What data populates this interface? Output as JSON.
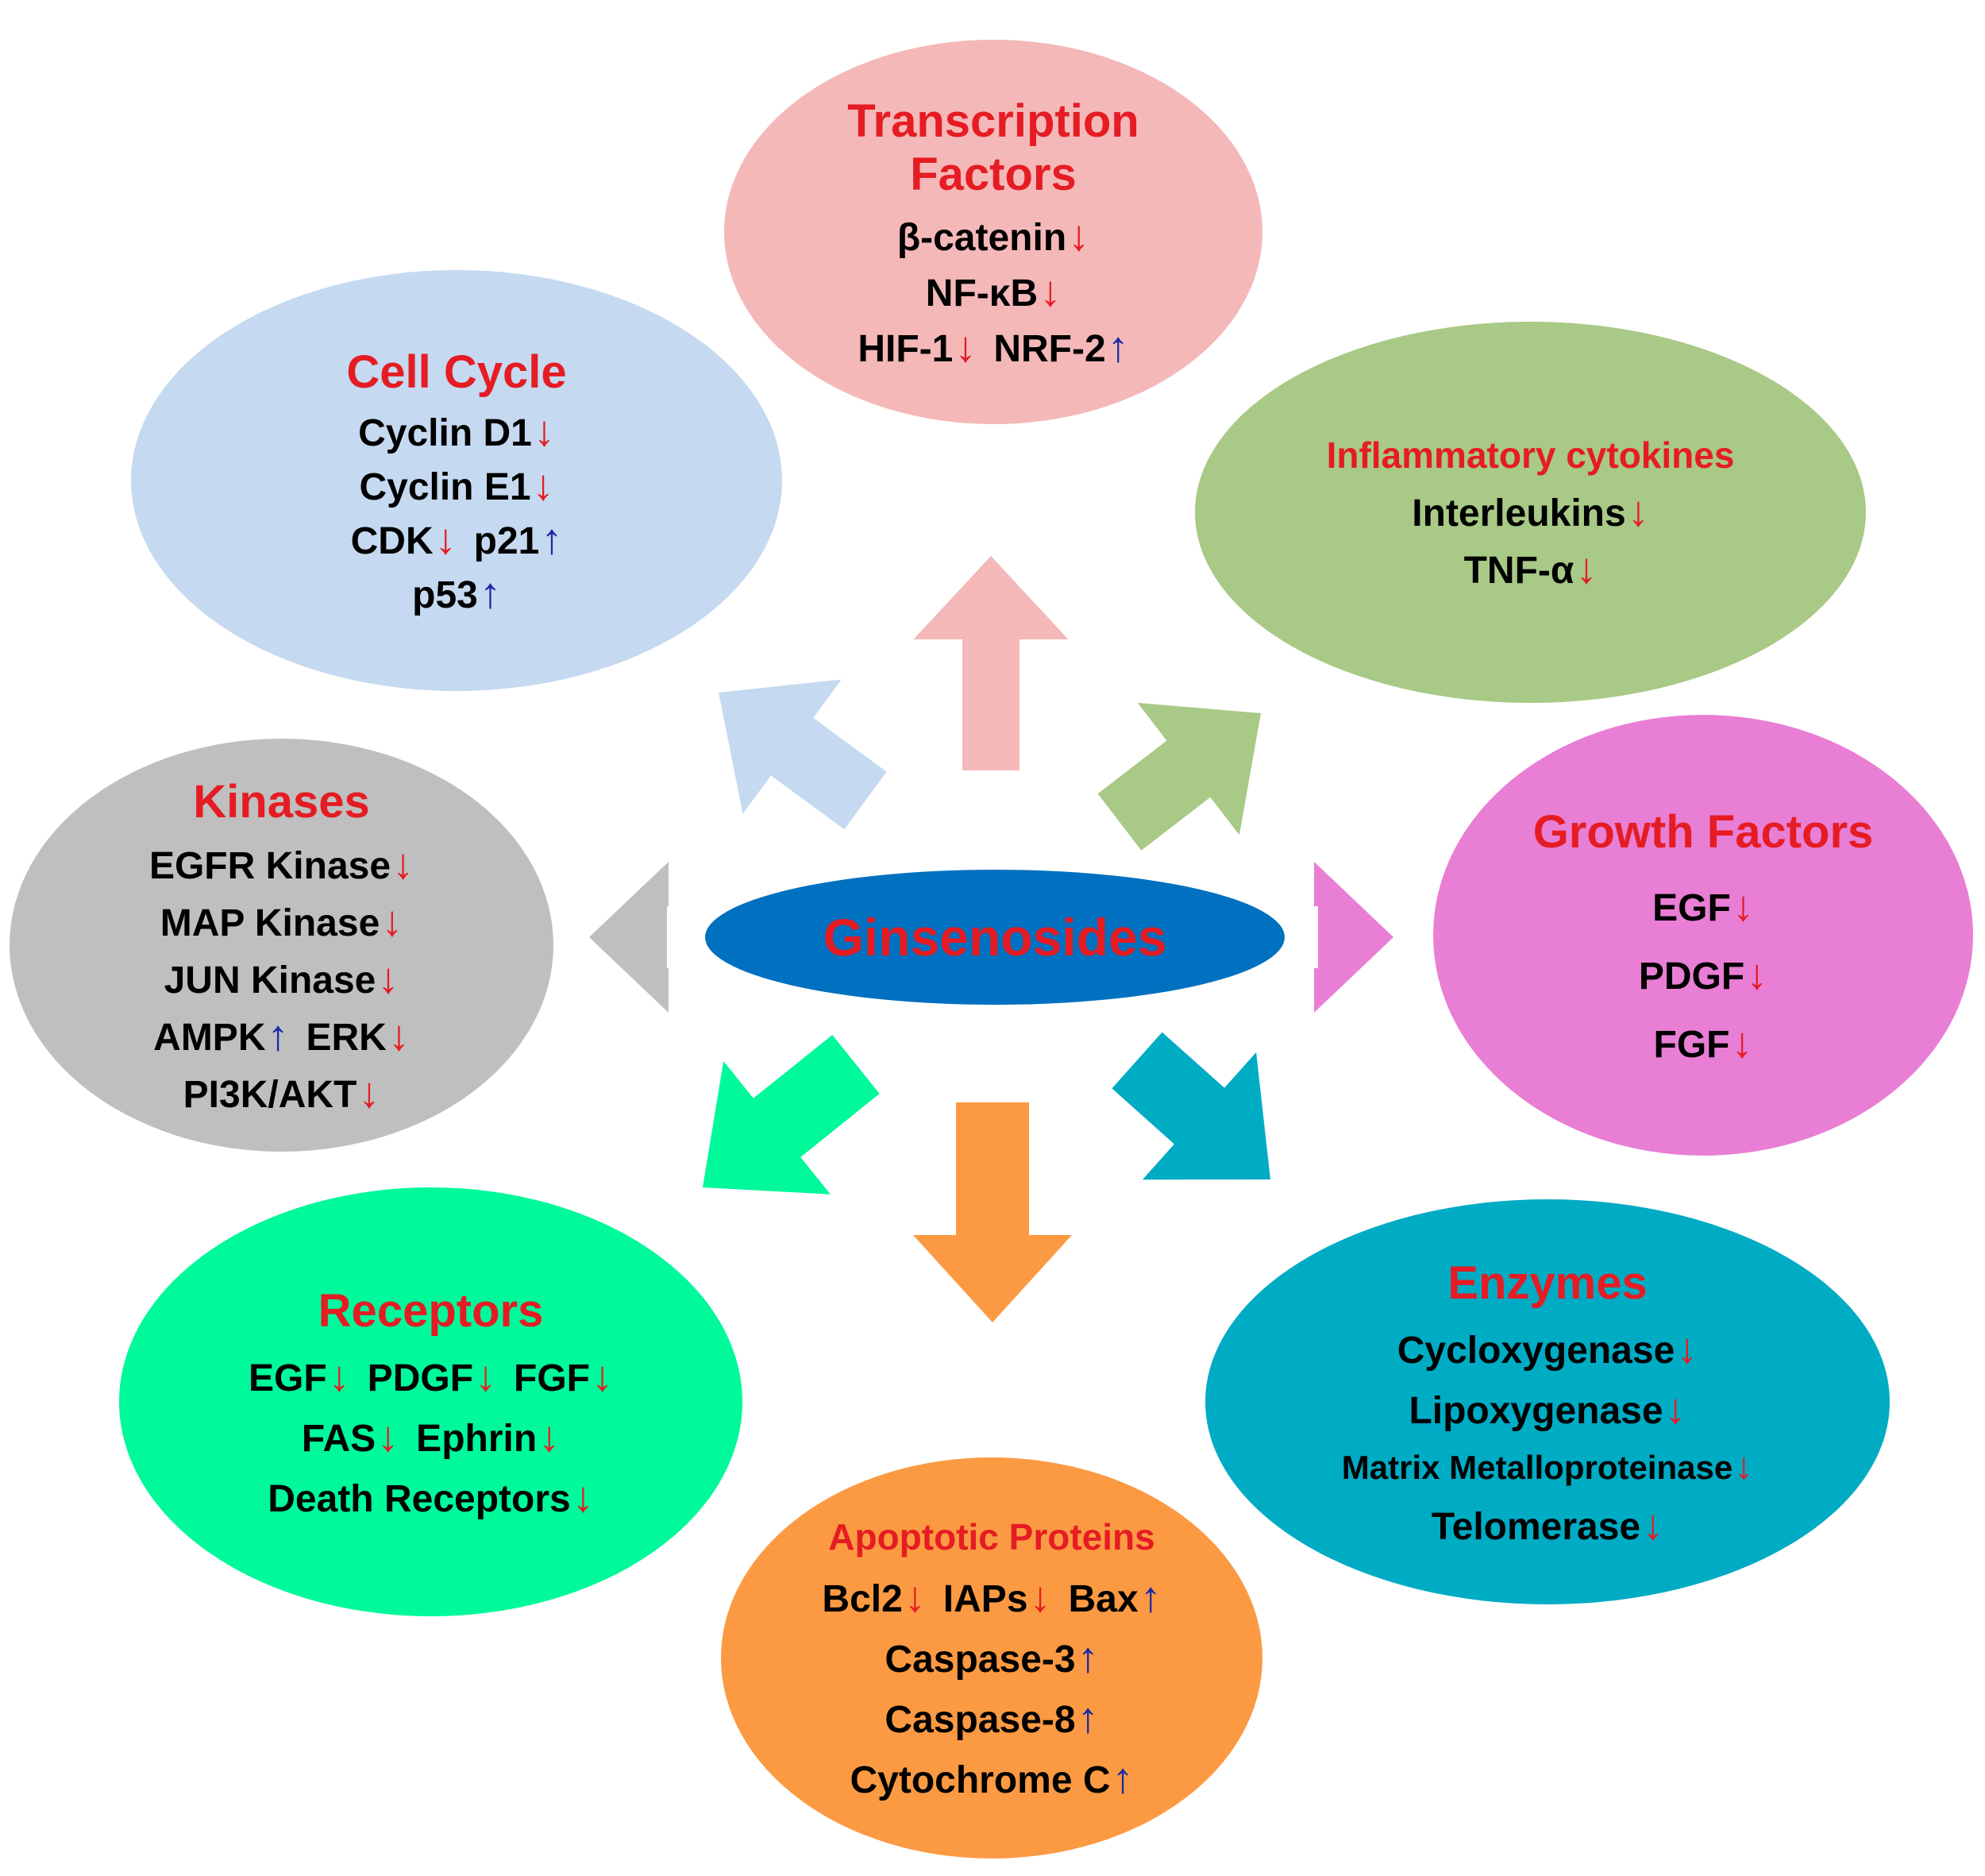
{
  "center": {
    "label": "Ginsenosides",
    "fill": "#0070c0"
  },
  "colors": {
    "title": "#e51c23",
    "item": "#000000",
    "down_arrow": "#e51c23",
    "up_arrow": "#1a2aa8"
  },
  "groups": {
    "transcription": {
      "title": "Transcription\nFactors",
      "color": "#f4b8b8",
      "rows": [
        [
          {
            "label": "β-catenin",
            "dir": "down"
          }
        ],
        [
          {
            "label": "NF-κB",
            "dir": "down"
          }
        ],
        [
          {
            "label": "HIF-1",
            "dir": "down"
          },
          {
            "label": "NRF-2",
            "dir": "up"
          }
        ]
      ]
    },
    "cellcycle": {
      "title": "Cell Cycle",
      "color": "#c5d9f0",
      "rows": [
        [
          {
            "label": "Cyclin D1",
            "dir": "down"
          }
        ],
        [
          {
            "label": "Cyclin E1",
            "dir": "down"
          }
        ],
        [
          {
            "label": "CDK",
            "dir": "down"
          },
          {
            "label": "p21",
            "dir": "up"
          }
        ],
        [
          {
            "label": "p53",
            "dir": "up"
          }
        ]
      ]
    },
    "inflammatory": {
      "title": "Inflammatory cytokines",
      "color": "#a9c986",
      "rows": [
        [
          {
            "label": "Interleukins",
            "dir": "down"
          }
        ],
        [
          {
            "label": "TNF-α",
            "dir": "down"
          }
        ]
      ]
    },
    "kinases": {
      "title": "Kinases",
      "color": "#bfbfbf",
      "rows": [
        [
          {
            "label": "EGFR Kinase",
            "dir": "down"
          }
        ],
        [
          {
            "label": "MAP Kinase",
            "dir": "down"
          }
        ],
        [
          {
            "label": "JUN Kinase",
            "dir": "down"
          }
        ],
        [
          {
            "label": "AMPK",
            "dir": "up"
          },
          {
            "label": "ERK",
            "dir": "down"
          }
        ],
        [
          {
            "label": "PI3K/AKT",
            "dir": "down"
          }
        ]
      ]
    },
    "growth": {
      "title": "Growth Factors",
      "color": "#e97ed5",
      "rows": [
        [
          {
            "label": "EGF",
            "dir": "down"
          }
        ],
        [
          {
            "label": "PDGF",
            "dir": "down"
          }
        ],
        [
          {
            "label": "FGF",
            "dir": "down"
          }
        ]
      ]
    },
    "receptors": {
      "title": "Receptors",
      "color": "#00f99a",
      "rows": [
        [
          {
            "label": "EGF",
            "dir": "down"
          },
          {
            "label": "PDGF",
            "dir": "down"
          },
          {
            "label": "FGF",
            "dir": "down"
          }
        ],
        [
          {
            "label": "FAS",
            "dir": "down"
          },
          {
            "label": "Ephrin",
            "dir": "down"
          }
        ],
        [
          {
            "label": "Death Receptors",
            "dir": "down"
          }
        ]
      ]
    },
    "enzymes": {
      "title": "Enzymes",
      "color": "#00abc4",
      "rows": [
        [
          {
            "label": "Cycloxygenase",
            "dir": "down"
          }
        ],
        [
          {
            "label": "Lipoxygenase",
            "dir": "down"
          }
        ],
        [
          {
            "label": "Matrix Metalloproteinase",
            "dir": "down"
          }
        ],
        [
          {
            "label": "Telomerase",
            "dir": "down"
          }
        ]
      ]
    },
    "apoptotic": {
      "title": "Apoptotic Proteins",
      "color": "#fb9a42",
      "rows": [
        [
          {
            "label": "Bcl2",
            "dir": "down"
          },
          {
            "label": "IAPs",
            "dir": "down"
          },
          {
            "label": "Bax",
            "dir": "up"
          }
        ],
        [
          {
            "label": "Caspase-3",
            "dir": "up"
          }
        ],
        [
          {
            "label": "Caspase-8",
            "dir": "up"
          }
        ],
        [
          {
            "label": "Cytochrome C",
            "dir": "up"
          }
        ]
      ]
    }
  }
}
